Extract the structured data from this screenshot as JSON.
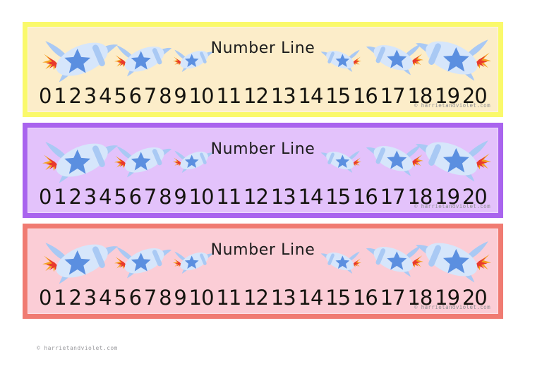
{
  "document": {
    "background_color": "#ffffff",
    "page_copyright": "© harrietandviolet.com"
  },
  "banners": [
    {
      "id": "banner-yellow",
      "title": "Number Line",
      "copyright": "© harrietandviolet.com",
      "border_color": "#faf96b",
      "fill_color": "#fcedc9",
      "theme_name": "yellow"
    },
    {
      "id": "banner-purple",
      "title": "Number Line",
      "copyright": "© harrietandviolet.com",
      "border_color": "#a964ee",
      "fill_color": "#e3c2fb",
      "theme_name": "purple"
    },
    {
      "id": "banner-pink",
      "title": "Number Line",
      "copyright": "© harrietandviolet.com",
      "border_color": "#f07b72",
      "fill_color": "#fbcdd6",
      "theme_name": "pink"
    }
  ],
  "number_line": {
    "labels": [
      "0",
      "1",
      "2",
      "3",
      "4",
      "5",
      "6",
      "7",
      "8",
      "9",
      "10",
      "11",
      "12",
      "13",
      "14",
      "15",
      "16",
      "17",
      "18",
      "19",
      "20"
    ],
    "start": 0,
    "end": 20,
    "step": 1
  },
  "rocket_colors": {
    "body": "#d6e6fb",
    "body_shade": "#bcd7f7",
    "fin": "#a9c9f4",
    "star": "#5b8fe0",
    "stripe": "#a9c9f4",
    "flame_outer": "#f4a01e",
    "flame_inner": "#e8392c"
  }
}
